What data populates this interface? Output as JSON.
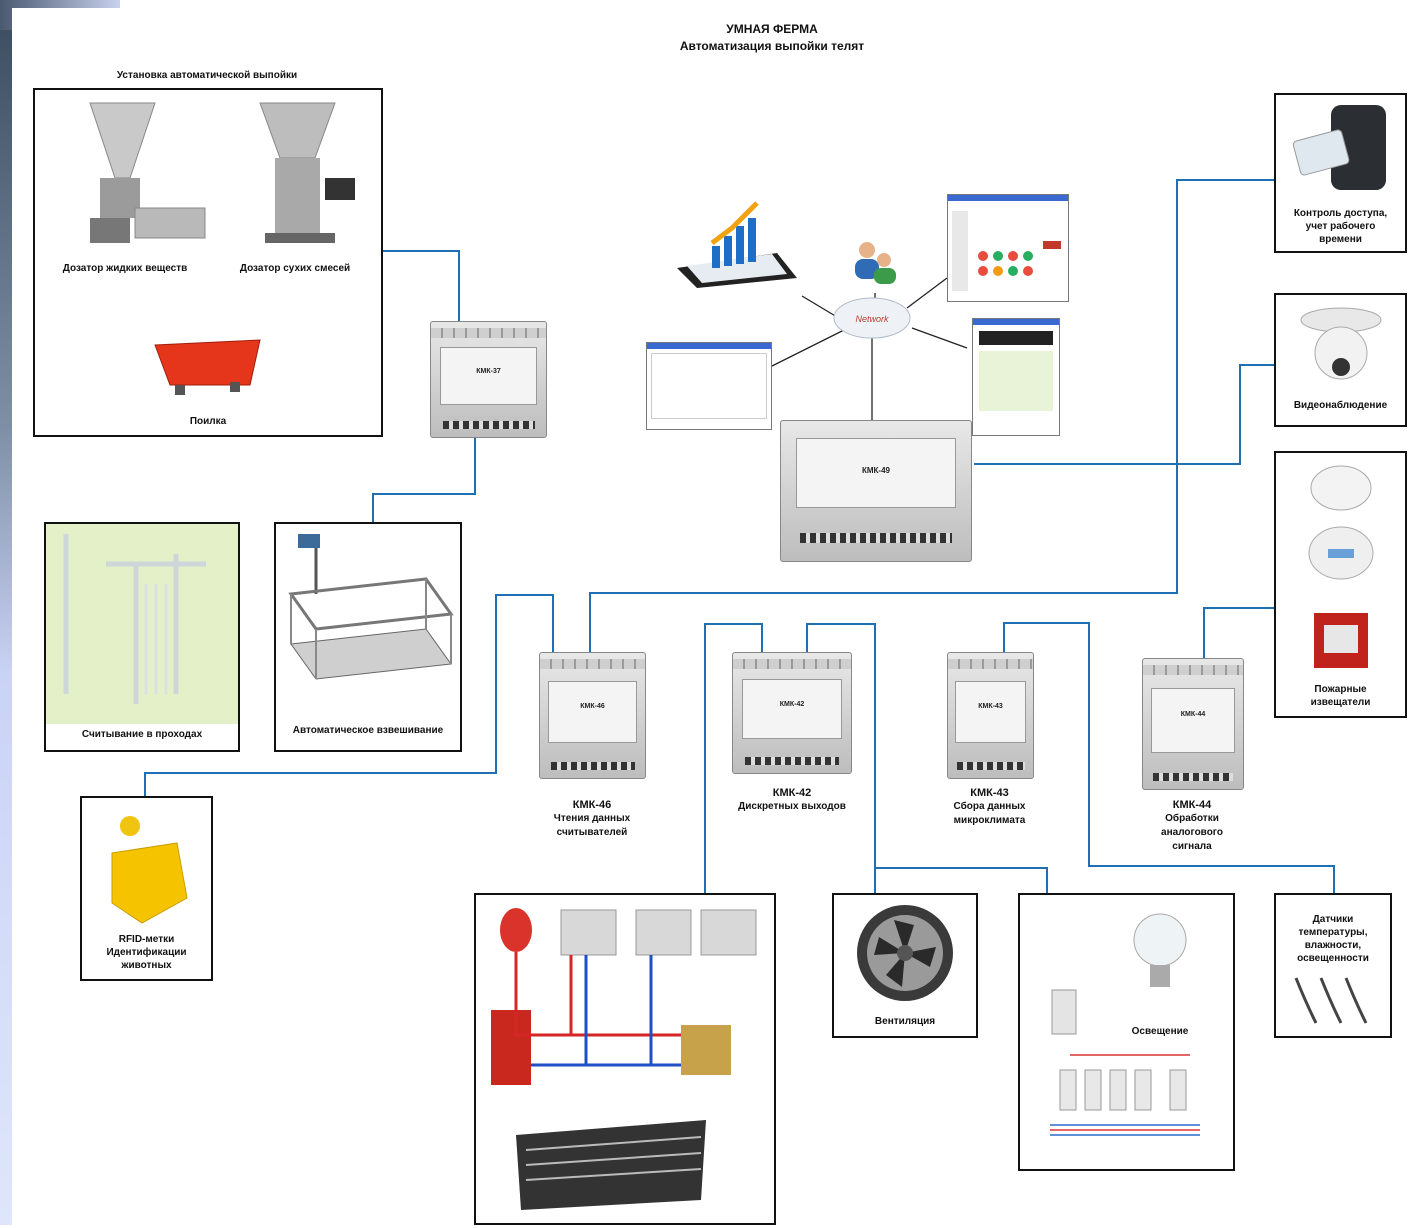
{
  "title": "УМНАЯ ФЕРМА",
  "subtitle": "Автоматизация выпойки телят",
  "install_title": "Установка автоматической выпойки",
  "labels": {
    "liquid_doser": "Дозатор жидких веществ",
    "dry_doser": "Дозатор сухих смесей",
    "feeder": "Поилка",
    "reading": "Считывание в проходах",
    "weighing": "Автоматическое взвешивание",
    "rfid": [
      "RFID-метки",
      "Идентификации",
      "животных"
    ],
    "access": [
      "Контроль доступа,",
      "учет рабочего",
      "времени"
    ],
    "video": "Видеонаблюдение",
    "fire": [
      "Пожарные",
      "извещатели"
    ],
    "ventilation": "Вентиляция",
    "lighting": "Освещение",
    "sensors": [
      "Датчики",
      "температуры,",
      "влажности,",
      "освещенности"
    ],
    "network": "Network"
  },
  "modules": {
    "kmk46": [
      "КМК-46",
      "Чтения данных",
      "считывателей"
    ],
    "kmk42": [
      "КМК-42",
      "Дискретных выходов"
    ],
    "kmk43": [
      "КМК-43",
      "Сбора данных",
      "микроклимата"
    ],
    "kmk44": [
      "КМК-44",
      "Обработки",
      "аналогового",
      "сигнала"
    ]
  },
  "device_text": {
    "kmk37": "КМК-37",
    "kmk49": "КМК-49",
    "kmk46": "КМК-46",
    "kmk42": "КМК-42",
    "kmk43": "КМК-43",
    "kmk44": "КМК-44"
  },
  "colors": {
    "link": "#1f6fb5",
    "frame": "#111111"
  }
}
